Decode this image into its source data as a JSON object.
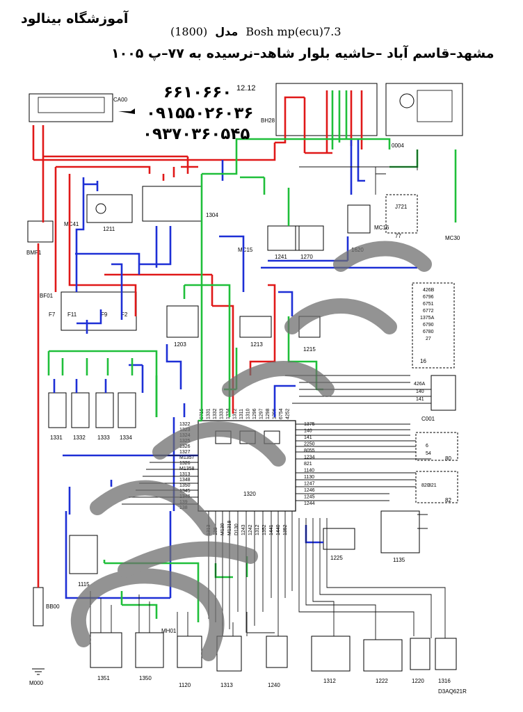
{
  "header": {
    "brand": "آموزشگاه بینالود",
    "model_prefix": "(1800)",
    "model_word": "مدل",
    "model_name": "Bosh mp(ecu)7.3",
    "address": "مشهد–قاسم آباد –حاشیه بلوار شاهد–نرسیده به ۷۷–پ ۱۰۰۵",
    "phones": [
      "۶۶۱۰۶۶۰",
      "۰۹۱۵۵۰۲۶۰۳۶",
      "۰۹۳۷۰۳۶۰۵۴۵"
    ],
    "sheet_ref": "12.12"
  },
  "components": {
    "ca00": "CA00",
    "bh28": "BH28",
    "c0004": "0004",
    "bmf1": "BMF1",
    "bf01": "BF01",
    "mc41": "MC41",
    "c1211": "1211",
    "c1304": "1304",
    "mc15": "MC15",
    "c1241": "1241",
    "c1270": "1270",
    "c1620": "1620",
    "mc16": "MC16",
    "j721": "J721",
    "mc30": "MC30",
    "c1203": "1203",
    "c1213": "1213",
    "c1215": "1215",
    "c1331": "1331",
    "c1332": "1332",
    "c1333": "1333",
    "c1334": "1334",
    "ecu": "1320",
    "c001": "C001",
    "c1225": "1225",
    "c1135": "1135",
    "c1115": "1115",
    "bb00": "BB00",
    "m000": "M000",
    "mh01": "MH01",
    "c1351": "1351",
    "c1350": "1350",
    "c1120": "1120",
    "c1313": "1313",
    "c1240": "1240",
    "c1312": "1312",
    "c1222": "1222",
    "c1220": "1220",
    "c1316": "1316",
    "ref": "D3AQ621R",
    "c16": "16",
    "c77": "77",
    "c80": "80",
    "c82": "82"
  },
  "fuses": [
    "F7",
    "F11",
    "F9",
    "F2"
  ],
  "ecu_left_pins": [
    "1322",
    "1323",
    "1324",
    "1325",
    "1326",
    "1327",
    "M1357",
    "1326",
    "M1358",
    "1313",
    "1348",
    "1350",
    "1345",
    "1346",
    "139",
    "138"
  ],
  "ecu_right_pins": [
    "1375",
    "140",
    "141",
    "2250",
    "8055",
    "1234",
    "821",
    "1140",
    "1130",
    "1247",
    "1246",
    "1245",
    "1244"
  ],
  "ecu_top_pins": [
    "9715",
    "1331",
    "1332",
    "1333",
    "1334",
    "1312",
    "1311",
    "1310",
    "1296",
    "1297",
    "1298",
    "1296",
    "6754",
    "4252"
  ],
  "ecu_bottom_pins": [
    "1313",
    "138",
    "M130",
    "M1318",
    "D130",
    "1243",
    "1242",
    "1312",
    "1352",
    "1441",
    "1440",
    "1352"
  ],
  "right_group_1": [
    "426B",
    "6796",
    "6751",
    "6772",
    "1375A",
    "6790",
    "6780",
    "27"
  ],
  "right_group_2": [
    "426A",
    "140",
    "141"
  ],
  "right_group_3": [
    "6",
    "54"
  ],
  "right_group_4": [
    "820",
    "821"
  ],
  "colors": {
    "red": "#e01818",
    "blue": "#1d2fd6",
    "green": "#1fbf3a",
    "black": "#111111",
    "watermark": "#6f6f6f"
  }
}
